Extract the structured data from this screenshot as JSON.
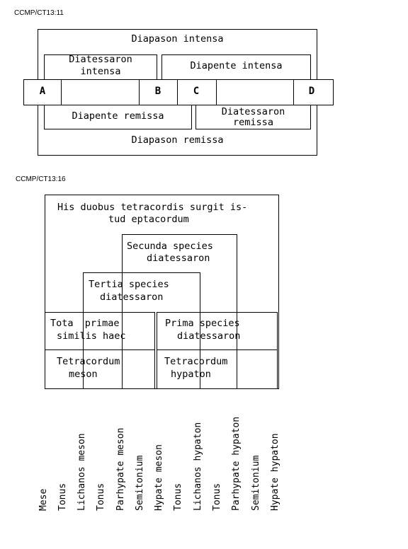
{
  "fig1": {
    "id": "CCMP/CT13:11",
    "diapason_intensa": "Diapason intensa",
    "diatessaron_intensa_1": "Diatessaron",
    "diatessaron_intensa_2": "intensa",
    "diapente_intensa": "Diapente intensa",
    "note_a": "A",
    "note_b": "B",
    "note_c": "C",
    "note_d": "D",
    "diapente_remissa": "Diapente remissa",
    "diatessaron_remissa_1": "Diatessaron",
    "diatessaron_remissa_2": "remissa",
    "diapason_remissa": "Diapason remissa"
  },
  "fig2": {
    "id": "CCMP/CT13:16",
    "heptachord_1": "His duobus tetracordis surgit is-",
    "heptachord_2": "tud eptacordum",
    "secunda_1": "Secunda species",
    "secunda_2": "diatessaron",
    "tertia_1": "Tertia species",
    "tertia_2": "diatessaron",
    "tota_1": "Tota  primae",
    "tota_2": "similis haec",
    "prima_1": "Prima species",
    "prima_2": "diatessaron",
    "tetra_meson_1": "Tetracordum",
    "tetra_meson_2": "meson",
    "tetra_hypaton_1": "Tetracordum",
    "tetra_hypaton_2": "hypaton",
    "columns": [
      "Mese",
      "Tonus",
      "Lichanos meson",
      "Tonus",
      "Parhypate meson",
      "Semitonium",
      "Hypate meson",
      "Tonus",
      "Lichanos hypaton",
      "Tonus",
      "Parhypate hypaton",
      "Semitonium",
      "Hypate hypaton"
    ]
  }
}
